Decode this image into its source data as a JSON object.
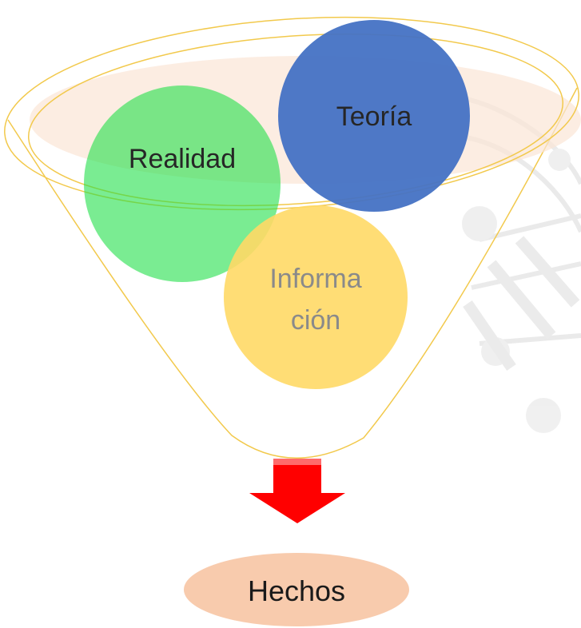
{
  "diagram": {
    "circles": {
      "realidad": {
        "label": "Realidad",
        "color": "#22e04a"
      },
      "teoria": {
        "label": "Teoría",
        "color": "#4472c4"
      },
      "informacion": {
        "label_line1": "Informa",
        "label_line2": "ción",
        "color": "#ffd966"
      }
    },
    "funnel": {
      "stroke_color": "#f2c94c",
      "rim_fill": "#fbe5d6"
    },
    "arrow": {
      "color": "#ff0000"
    },
    "result": {
      "label": "Hechos",
      "color": "#f8cbad"
    },
    "watermark": {
      "icon": "university-seal-watermark",
      "color": "#e6e6e6"
    }
  }
}
